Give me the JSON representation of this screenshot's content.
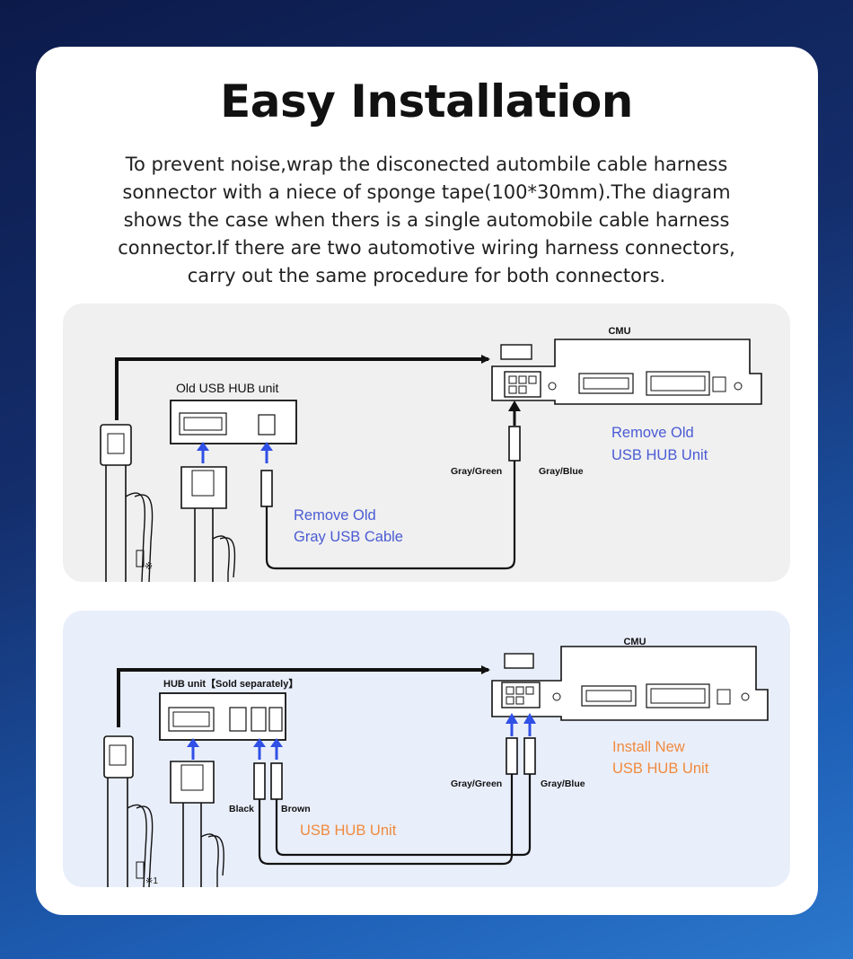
{
  "page": {
    "title": "Easy Installation",
    "description": [
      "To prevent noise,wrap the disconected autombile cable harness",
      "sonnector with a niece of sponge tape(100*30mm).The diagram",
      "shows the case when thers is a single automobile cable harness",
      "connector.If there are two automotive wiring harness connectors,",
      "carry out the same procedure for both connectors."
    ]
  },
  "diagram_old": {
    "cmu_label": "CMU",
    "hub_label": "Old USB HUB unit",
    "wire_left": "Gray/Green",
    "wire_right": "Gray/Blue",
    "callout_unit": [
      "Remove Old",
      "USB HUB Unit"
    ],
    "callout_cable": [
      "Remove Old",
      "Gray USB Cable"
    ],
    "note_mark": "※"
  },
  "diagram_new": {
    "cmu_label": "CMU",
    "hub_label": "HUB unit【Sold separately】",
    "wire_left": "Gray/Green",
    "wire_right": "Gray/Blue",
    "wire_black": "Black",
    "wire_brown": "Brown",
    "callout_unit": [
      "Install New",
      "USB HUB Unit"
    ],
    "callout_cable": "USB HUB Unit",
    "note_mark": "※1"
  },
  "colors": {
    "blue_callout": "#4a5bd4",
    "orange_callout": "#f08a3c",
    "arrow_blue": "#3050e6"
  }
}
